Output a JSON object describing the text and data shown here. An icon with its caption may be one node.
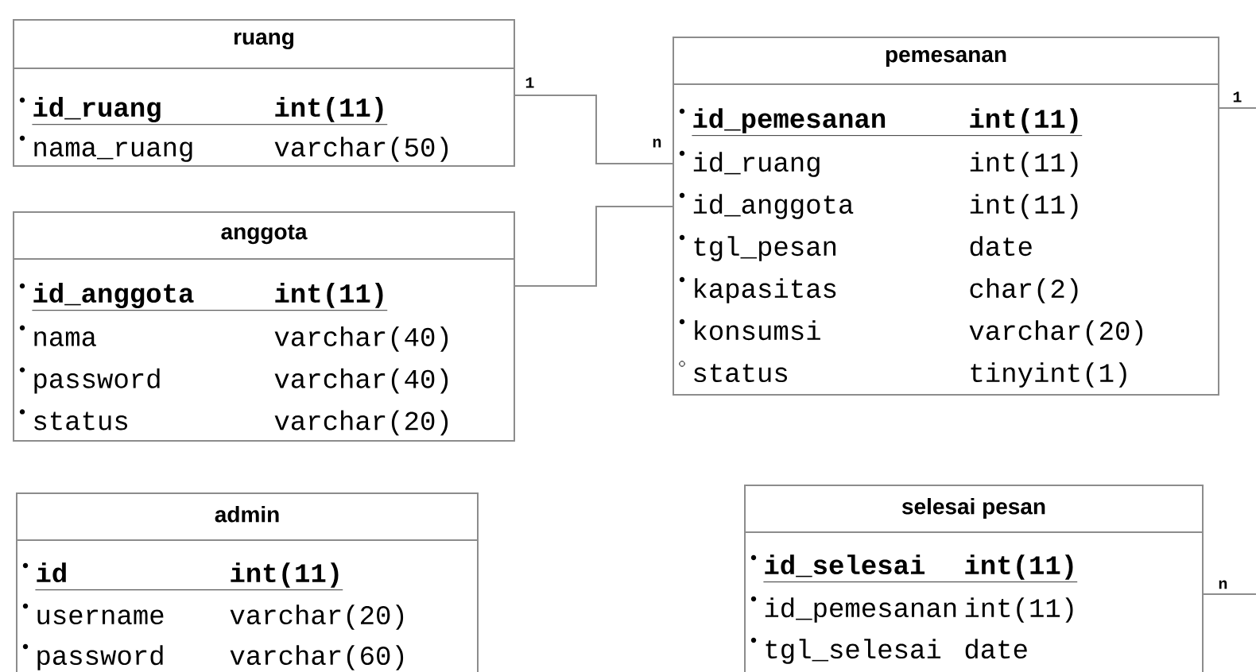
{
  "diagram": {
    "nodes": [
      {
        "text": [
          "ruang"
        ]
      },
      {
        "text": [
          "id_ruang",
          "int(11)"
        ],
        "in": 0
      },
      {
        "text": [
          "nama_ruang",
          "varchar(50)"
        ],
        "in": 0
      },
      {
        "text": [
          "anggota"
        ]
      },
      {
        "text": [
          "id_anggota",
          "int(11)"
        ],
        "in": 3
      },
      {
        "text": [
          "nama",
          "varchar(40)"
        ],
        "in": 3
      },
      {
        "text": [
          "password",
          "varchar(40)"
        ],
        "in": 3
      },
      {
        "text": [
          "status",
          "varchar(20)"
        ],
        "in": 3
      },
      {
        "text": [
          "pemesanan"
        ]
      },
      {
        "text": [
          "id_pemesanan",
          "int(11)"
        ],
        "in": 8
      },
      {
        "text": [
          "id_ruang",
          "int(11)"
        ],
        "in": 8
      },
      {
        "text": [
          "id_anggota",
          "int(11)"
        ],
        "in": 8
      },
      {
        "text": [
          "tgl_pesan",
          "date"
        ],
        "in": 8
      },
      {
        "text": [
          "kapasitas",
          "char(2)"
        ],
        "in": 8
      },
      {
        "text": [
          "konsumsi",
          "varchar(20)"
        ],
        "in": 8
      },
      {
        "text": [
          "status",
          "tinyint(1)"
        ],
        "in": 8
      },
      {
        "text": [
          "admin"
        ]
      },
      {
        "text": [
          "id",
          "int(11)"
        ],
        "in": 16
      },
      {
        "text": [
          "username",
          "varchar(20)"
        ],
        "in": 16
      },
      {
        "text": [
          "password",
          "varchar(60)"
        ],
        "in": 16
      },
      {
        "text": [
          "selesai pesan"
        ]
      },
      {
        "text": [
          "id_selesai",
          "int(11)"
        ],
        "in": 20
      },
      {
        "text": [
          "id_pemesanan",
          "int(11)"
        ],
        "in": 20
      },
      {
        "text": [
          "tgl_selesai",
          "date"
        ],
        "in": 20
      }
    ],
    "edges": [
      {
        "from": 0,
        "to": 8,
        "arrow": "none"
      },
      {
        "from": 3,
        "to": 8,
        "arrow": "none"
      },
      {
        "from": 8,
        "to": null,
        "arrow": "none"
      },
      {
        "from": 20,
        "to": null,
        "arrow": "none"
      }
    ],
    "labels": [
      "1",
      "n",
      "1",
      "n"
    ]
  }
}
